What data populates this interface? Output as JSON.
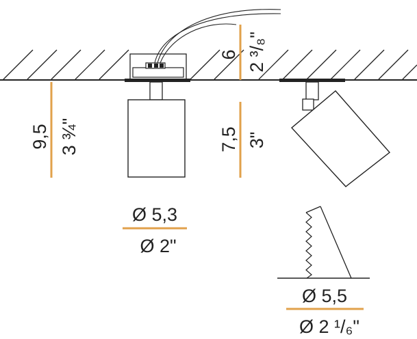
{
  "colors": {
    "accent": "#e1a14b",
    "line": "#222222",
    "fixture": "#ffffff"
  },
  "labels": {
    "ceiling_cm": "6",
    "ceiling_in": "2 ³/₈\"",
    "height_cm": "9,5",
    "height_in": "3 ¾\"",
    "body_cm": "7,5",
    "body_in": "3\"",
    "diameter_cm": "Ø 5,3",
    "diameter_in": "Ø 2\"",
    "cutout_cm": "Ø 5,5",
    "cutout_in": "Ø 2 ¹/₆\""
  }
}
